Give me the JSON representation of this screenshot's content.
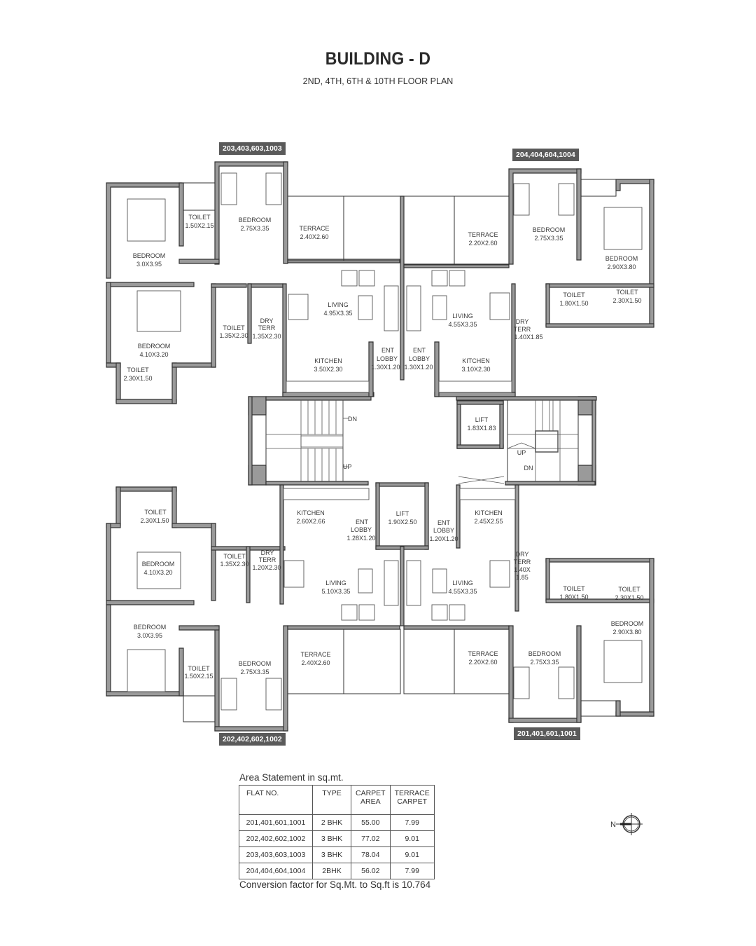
{
  "header": {
    "title": "BUILDING - D",
    "subtitle": "2ND, 4TH, 6TH & 10TH FLOOR PLAN"
  },
  "flat_tags": {
    "top_left": "203,403,603,1003",
    "top_right": "204,404,604,1004",
    "bottom_left": "202,402,602,1002",
    "bottom_right": "201,401,601,1001"
  },
  "rooms": {
    "tl_bedroom_master": {
      "name": "BEDROOM",
      "size": "3.0X3.95"
    },
    "tl_toilet": {
      "name": "TOILET",
      "size": "1.50X2.15"
    },
    "tl_bedroom_2": {
      "name": "BEDROOM",
      "size": "2.75X3.35"
    },
    "tl_terrace": {
      "name": "TERRACE",
      "size": "2.40X2.60"
    },
    "tl_living": {
      "name": "LIVING",
      "size": "4.95X3.35"
    },
    "tl_bedroom_3": {
      "name": "BEDROOM",
      "size": "4.10X3.20"
    },
    "tl_toilet_2": {
      "name": "TOILET",
      "size": "1.35X2.30"
    },
    "tl_dry_terr": {
      "name": "DRY TERR",
      "line1": "DRY",
      "line2": "TERR",
      "size": "1.35X2.30"
    },
    "tl_toilet_3": {
      "name": "TOILET",
      "size": "2.30X1.50"
    },
    "tl_kitchen": {
      "name": "KITCHEN",
      "size": "3.50X2.30"
    },
    "tl_ent_lobby": {
      "line1": "ENT",
      "line2": "LOBBY",
      "size": "1.30X1.20"
    },
    "tr_terrace": {
      "name": "TERRACE",
      "size": "2.20X2.60"
    },
    "tr_bedroom_2": {
      "name": "BEDROOM",
      "size": "2.75X3.35"
    },
    "tr_bedroom_master": {
      "name": "BEDROOM",
      "size": "2.90X3.80"
    },
    "tr_living": {
      "name": "LIVING",
      "size": "4.55X3.35"
    },
    "tr_toilet_1": {
      "name": "TOILET",
      "size": "1.80X1.50"
    },
    "tr_toilet_2": {
      "name": "TOILET",
      "size": "2.30X1.50"
    },
    "tr_dry_terr": {
      "line1": "DRY",
      "line2": "TERR",
      "size": "1.40X1.85"
    },
    "tr_kitchen": {
      "name": "KITCHEN",
      "size": "3.10X2.30"
    },
    "tr_ent_lobby": {
      "line1": "ENT",
      "line2": "LOBBY",
      "size": "1.30X1.20"
    },
    "core_lift_top": {
      "name": "LIFT",
      "size": "1.83X1.83"
    },
    "core_lift_mid": {
      "name": "LIFT",
      "size": "1.90X2.50"
    },
    "stair_left_dn": "DN",
    "stair_left_up": "UP",
    "stair_right_up": "UP",
    "stair_right_dn": "DN",
    "bl_toilet_1": {
      "name": "TOILET",
      "size": "2.30X1.50"
    },
    "bl_bedroom_1": {
      "name": "BEDROOM",
      "size": "4.10X3.20"
    },
    "bl_toilet_2": {
      "name": "TOILET",
      "size": "1.35X2.30"
    },
    "bl_dry_terr": {
      "line1": "DRY",
      "line2": "TERR",
      "size": "1.20X2.30"
    },
    "bl_kitchen": {
      "name": "KITCHEN",
      "size": "2.60X2.66"
    },
    "bl_ent_lobby": {
      "line1": "ENT",
      "line2": "LOBBY",
      "size": "1.28X1.20"
    },
    "bl_living": {
      "name": "LIVING",
      "size": "5.10X3.35"
    },
    "bl_bedroom_master": {
      "name": "BEDROOM",
      "size": "3.0X3.95"
    },
    "bl_toilet_3": {
      "name": "TOILET",
      "size": "1.50X2.15"
    },
    "bl_bedroom_2": {
      "name": "BEDROOM",
      "size": "2.75X3.35"
    },
    "bl_terrace": {
      "name": "TERRACE",
      "size": "2.40X2.60"
    },
    "br_kitchen": {
      "name": "KITCHEN",
      "size": "2.45X2.55"
    },
    "br_ent_lobby": {
      "line1": "ENT",
      "line2": "LOBBY",
      "size": "1.20X1.20"
    },
    "br_living": {
      "name": "LIVING",
      "size": "4.55X3.35"
    },
    "br_dry_terr": {
      "line1": "DRY",
      "line2": "TERR",
      "size_a": "1.40X",
      "size_b": "1.85"
    },
    "br_toilet_1": {
      "name": "TOILET",
      "size": "1.80X1.50"
    },
    "br_toilet_2": {
      "name": "TOILET",
      "size": "2.30X1.50"
    },
    "br_bedroom_master": {
      "name": "BEDROOM",
      "size": "2.90X3.80"
    },
    "br_terrace": {
      "name": "TERRACE",
      "size": "2.20X2.60"
    },
    "br_bedroom_2": {
      "name": "BEDROOM",
      "size": "2.75X3.35"
    }
  },
  "area_statement": {
    "caption": "Area Statement in sq.mt.",
    "headers": [
      "FLAT NO.",
      "TYPE",
      "CARPET",
      "AREA",
      "TERRACE",
      "CARPET"
    ],
    "rows": [
      {
        "flat_no": "201,401,601,1001",
        "type": "2 BHK",
        "carpet_area": "55.00",
        "terrace_carpet": "7.99"
      },
      {
        "flat_no": "202,402,602,1002",
        "type": "3 BHK",
        "carpet_area": "77.02",
        "terrace_carpet": "9.01"
      },
      {
        "flat_no": "203,403,603,1003",
        "type": "3 BHK",
        "carpet_area": "78.04",
        "terrace_carpet": "9.01"
      },
      {
        "flat_no": "204,404,604,1004",
        "type": "2BHK",
        "carpet_area": "56.02",
        "terrace_carpet": "7.99"
      }
    ],
    "conversion_note": "Conversion factor for Sq.Mt. to Sq.ft is 10.764"
  },
  "north_arrow": {
    "label": "N",
    "icon": "north-compass-icon"
  },
  "colors": {
    "wall_fill": "#9a9a9a",
    "tag_bg": "#5a5a5a",
    "line": "#333333"
  }
}
